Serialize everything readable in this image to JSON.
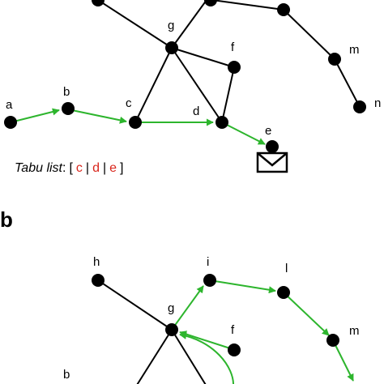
{
  "panel_b_label": "b",
  "tabu": {
    "title": "Tabu list",
    "colon": ":",
    "open": "[",
    "close": "]",
    "sep": "|",
    "items": [
      "c",
      "d",
      "e"
    ]
  },
  "colors": {
    "path": "#2db52d",
    "tabu": "#d9261c",
    "node": "#000000"
  },
  "icons": {
    "message": "envelope-icon"
  },
  "panel_a": {
    "nodes": [
      {
        "id": "top1",
        "label": ""
      },
      {
        "id": "top2",
        "label": ""
      },
      {
        "id": "top3",
        "label": ""
      },
      {
        "id": "g",
        "label": "g"
      },
      {
        "id": "f",
        "label": "f"
      },
      {
        "id": "m",
        "label": "m"
      },
      {
        "id": "n",
        "label": "n"
      },
      {
        "id": "a",
        "label": "a"
      },
      {
        "id": "b",
        "label": "b"
      },
      {
        "id": "c",
        "label": "c"
      },
      {
        "id": "d",
        "label": "d"
      },
      {
        "id": "e",
        "label": "e"
      }
    ]
  },
  "panel_b": {
    "nodes": [
      {
        "id": "h",
        "label": "h"
      },
      {
        "id": "i",
        "label": "i"
      },
      {
        "id": "l",
        "label": "l"
      },
      {
        "id": "g",
        "label": "g"
      },
      {
        "id": "f",
        "label": "f"
      },
      {
        "id": "m",
        "label": "m"
      },
      {
        "id": "b",
        "label": "b"
      }
    ]
  }
}
